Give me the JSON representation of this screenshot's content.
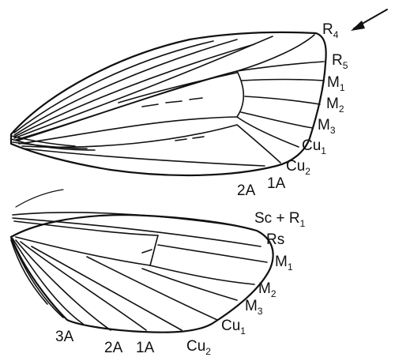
{
  "forewing": {
    "labels": {
      "r4": {
        "main": "R",
        "sub": "4"
      },
      "r5": {
        "main": "R",
        "sub": "5"
      },
      "m1": {
        "main": "M",
        "sub": "1"
      },
      "m2": {
        "main": "M",
        "sub": "2"
      },
      "m3": {
        "main": "M",
        "sub": "3"
      },
      "cu1": {
        "main": "Cu",
        "sub": "1"
      },
      "cu2": {
        "main": "Cu",
        "sub": "2"
      },
      "a1": {
        "main": "1A",
        "sub": ""
      },
      "a2": {
        "main": "2A",
        "sub": ""
      }
    }
  },
  "hindwing": {
    "labels": {
      "scr1": {
        "main": "Sc + R",
        "sub": "1"
      },
      "rs": {
        "main": "Rs",
        "sub": ""
      },
      "m1": {
        "main": "M",
        "sub": "1"
      },
      "m2": {
        "main": "M",
        "sub": "2"
      },
      "m3": {
        "main": "M",
        "sub": "3"
      },
      "cu1": {
        "main": "Cu",
        "sub": "1"
      },
      "cu2": {
        "main": "Cu",
        "sub": "2"
      },
      "a1": {
        "main": "1A",
        "sub": ""
      },
      "a2": {
        "main": "2A",
        "sub": ""
      },
      "a3": {
        "main": "3A",
        "sub": ""
      }
    }
  },
  "colors": {
    "ink": "#111111",
    "background": "#ffffff"
  },
  "icons": {
    "pointer": "arrow-icon"
  }
}
